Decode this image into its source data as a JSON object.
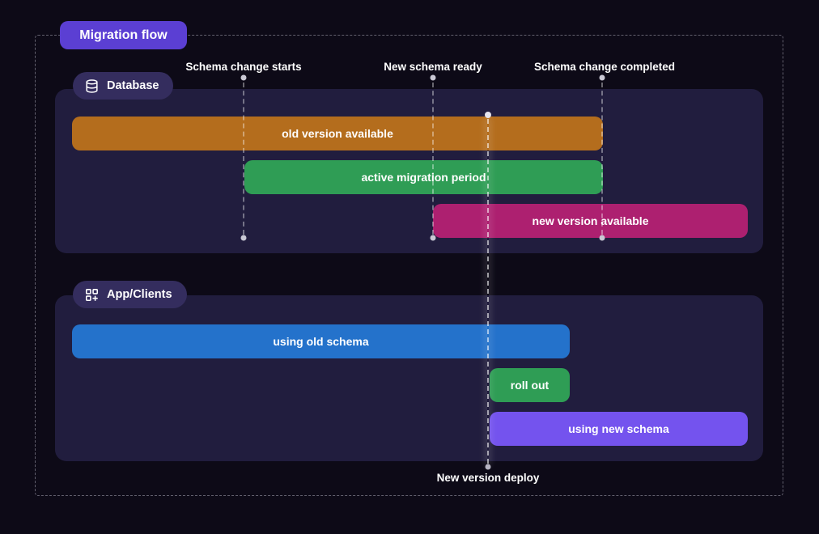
{
  "title": "Migration flow",
  "milestones": [
    {
      "label": "Schema change starts"
    },
    {
      "label": "New schema ready"
    },
    {
      "label": "Schema change completed"
    }
  ],
  "deploy": {
    "label": "New version deploy"
  },
  "database": {
    "badge": "Database",
    "bars": [
      {
        "label": "old version available",
        "color": "#b46d1d"
      },
      {
        "label": "active migration period",
        "color": "#2f9d55"
      },
      {
        "label": "new version available",
        "color": "#ad2070"
      }
    ]
  },
  "apps": {
    "badge": "App/Clients",
    "bars": [
      {
        "label": "using old schema",
        "color": "#2472cb"
      },
      {
        "label": "roll out",
        "color": "#2f9d55"
      },
      {
        "label": "using new schema",
        "color": "#7453ee"
      }
    ]
  },
  "colors": {
    "page_bg": "#0d0a17",
    "panel_bg": "#211d3e",
    "badge_bg": "#342d5e",
    "title_badge_bg": "#5b3fd3",
    "text": "#ffffff",
    "dashed_line": "#c9c8d4"
  }
}
